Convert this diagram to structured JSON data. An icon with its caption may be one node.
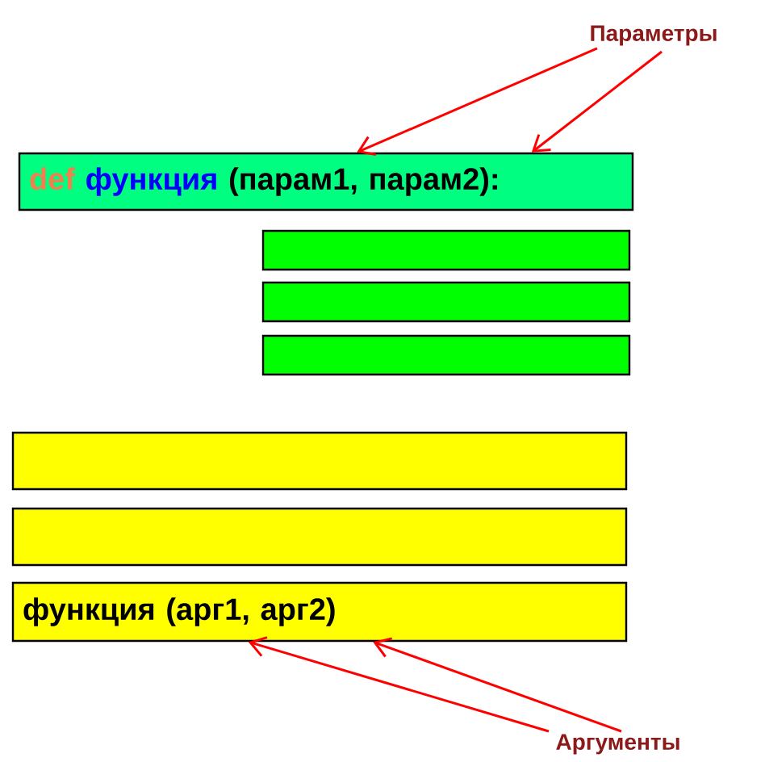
{
  "diagram": {
    "nodes": [
      {
        "text": [
          "Параметры"
        ]
      },
      {
        "text": [
          "def",
          "функция",
          "(парам1, парам2):"
        ]
      },
      {
        "text": [],
        "shape": "box"
      },
      {
        "text": [],
        "shape": "box"
      },
      {
        "text": [],
        "shape": "box"
      },
      {
        "text": [],
        "shape": "box"
      },
      {
        "text": [],
        "shape": "box"
      },
      {
        "text": [
          "функция (арг1, арг2)"
        ]
      },
      {
        "text": [
          "Аргументы"
        ]
      }
    ],
    "edges": [
      {
        "from": 0,
        "to": 1,
        "arrow": "to"
      },
      {
        "from": 0,
        "to": 1,
        "arrow": "to"
      },
      {
        "from": 8,
        "to": 7,
        "arrow": "to"
      },
      {
        "from": 8,
        "to": 7,
        "arrow": "to"
      }
    ]
  }
}
